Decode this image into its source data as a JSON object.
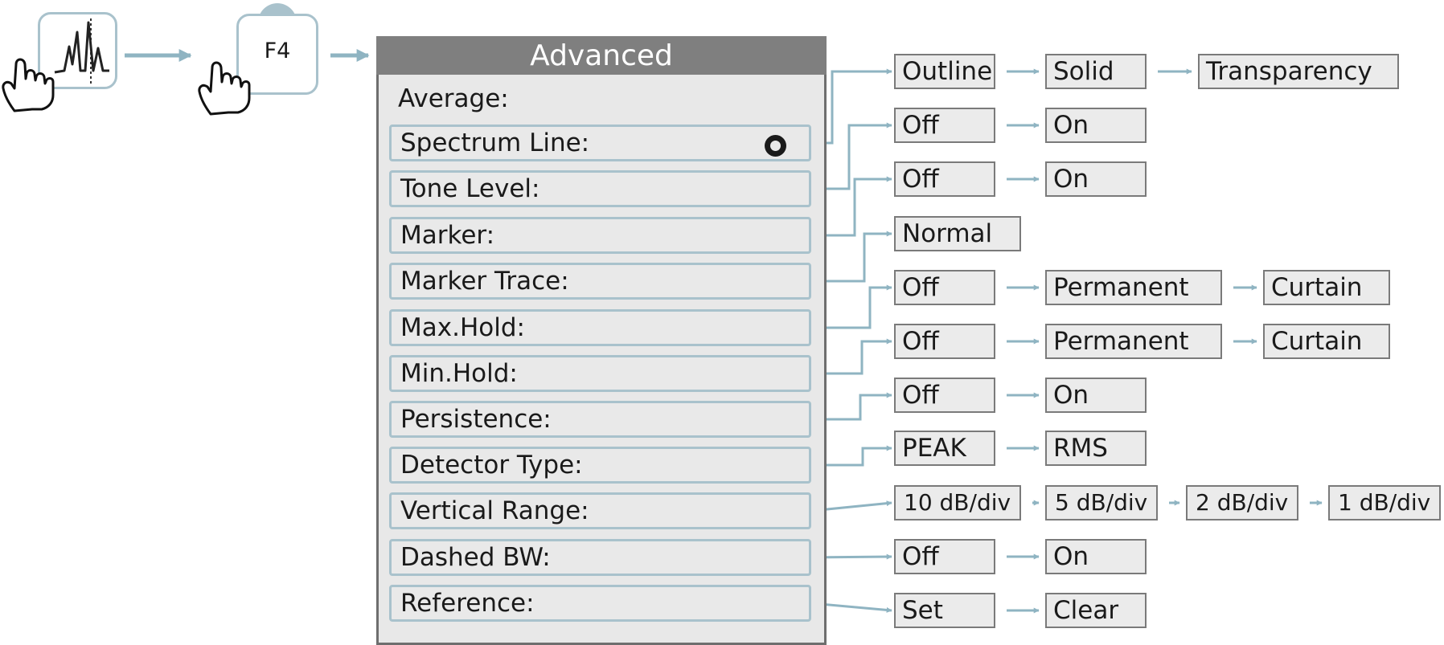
{
  "header": {
    "f4_key_label": "F4"
  },
  "menu": {
    "title": "Advanced",
    "heading": "Average:",
    "items": [
      {
        "label": "Spectrum Line:",
        "options": [
          "Outline",
          "Solid",
          "Transparency"
        ]
      },
      {
        "label": "Tone Level:",
        "options": [
          "Off",
          "On"
        ]
      },
      {
        "label": "Marker:",
        "options": [
          "Off",
          "On"
        ]
      },
      {
        "label": "Marker Trace:",
        "options": [
          "Normal"
        ]
      },
      {
        "label": "Max.Hold:",
        "options": [
          "Off",
          "Permanent",
          "Curtain"
        ]
      },
      {
        "label": "Min.Hold:",
        "options": [
          "Off",
          "Permanent",
          "Curtain"
        ]
      },
      {
        "label": "Persistence:",
        "options": [
          "Off",
          "On"
        ]
      },
      {
        "label": "Detector Type:",
        "options": [
          "PEAK",
          "RMS"
        ]
      },
      {
        "label": "Vertical Range:",
        "options": [
          "10 dB/div",
          "5 dB/div",
          "2 dB/div",
          "1 dB/div"
        ]
      },
      {
        "label": "Dashed BW:",
        "options": [
          "Off",
          "On"
        ]
      },
      {
        "label": "Reference:",
        "options": [
          "Set",
          "Clear"
        ]
      }
    ]
  },
  "colors": {
    "connector": "#8fb4c2",
    "menu_title_bg": "#7f7f7f",
    "item_border": "#a9c2cc"
  },
  "icons": [
    "hand-icon",
    "spectrum-icon",
    "f4-key-icon",
    "arrow-icon",
    "radio-icon"
  ]
}
